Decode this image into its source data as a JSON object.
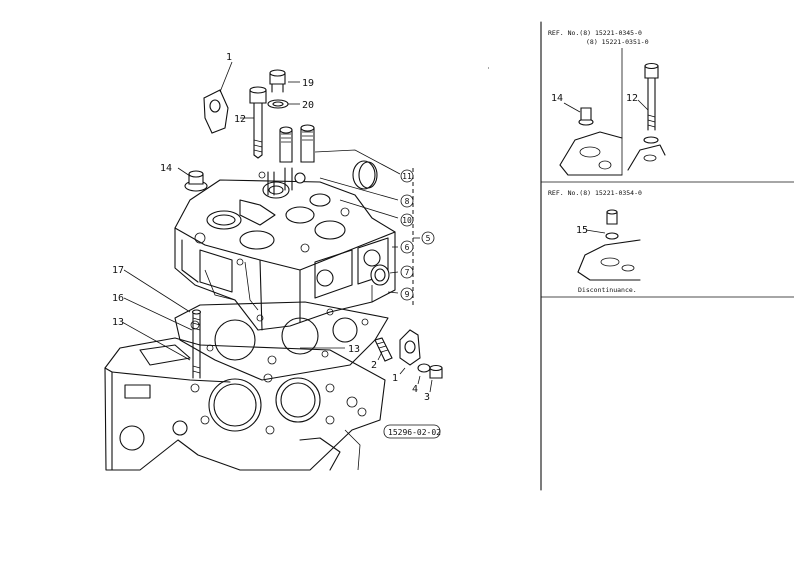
{
  "callouts": {
    "c1_top": "1",
    "c12": "12",
    "c19": "19",
    "c20": "20",
    "c14": "14",
    "c17": "17",
    "c16": "16",
    "c13_left": "13",
    "c13_right": "13",
    "c2": "2",
    "c1_bottom": "1",
    "c4": "4",
    "c3": "3",
    "c11": "11",
    "c8": "8",
    "c10": "10",
    "c5": "5",
    "c6": "6",
    "c7": "7",
    "c9": "9"
  },
  "drawing_code": "15296-02-02",
  "side_panel": {
    "ref1_line1": "REF. No.(8) 15221-0345-0",
    "ref1_line2": "(8) 15221-0351-0",
    "ref1_c14": "14",
    "ref1_c12": "12",
    "ref2_line1": "REF. No.(8) 15221-0354-0",
    "ref2_c15": "15",
    "discontinuance": "Discontinuance."
  }
}
